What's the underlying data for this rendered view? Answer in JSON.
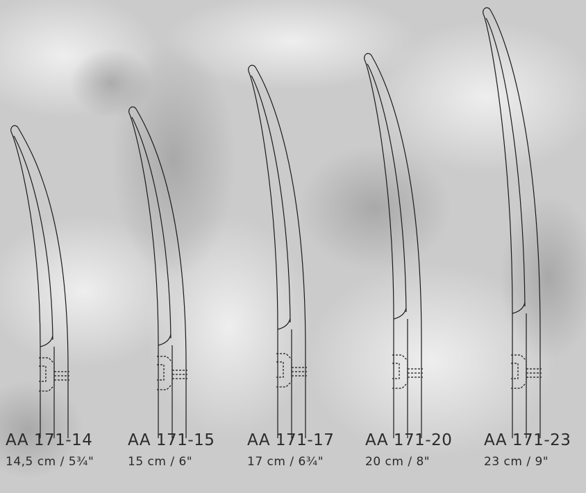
{
  "instruments": [
    {
      "code": "AA 171-14",
      "size": "14,5 cm / 5¾\""
    },
    {
      "code": "AA 171-15",
      "size": "15 cm / 6\""
    },
    {
      "code": "AA 171-17",
      "size": "17 cm / 6¾\""
    },
    {
      "code": "AA 171-20",
      "size": "20 cm / 8\""
    },
    {
      "code": "AA 171-23",
      "size": "23 cm / 9\""
    }
  ],
  "colors": {
    "background": "#c9c9c9",
    "line": "#1a1a1a",
    "text": "#2a2a2a"
  }
}
